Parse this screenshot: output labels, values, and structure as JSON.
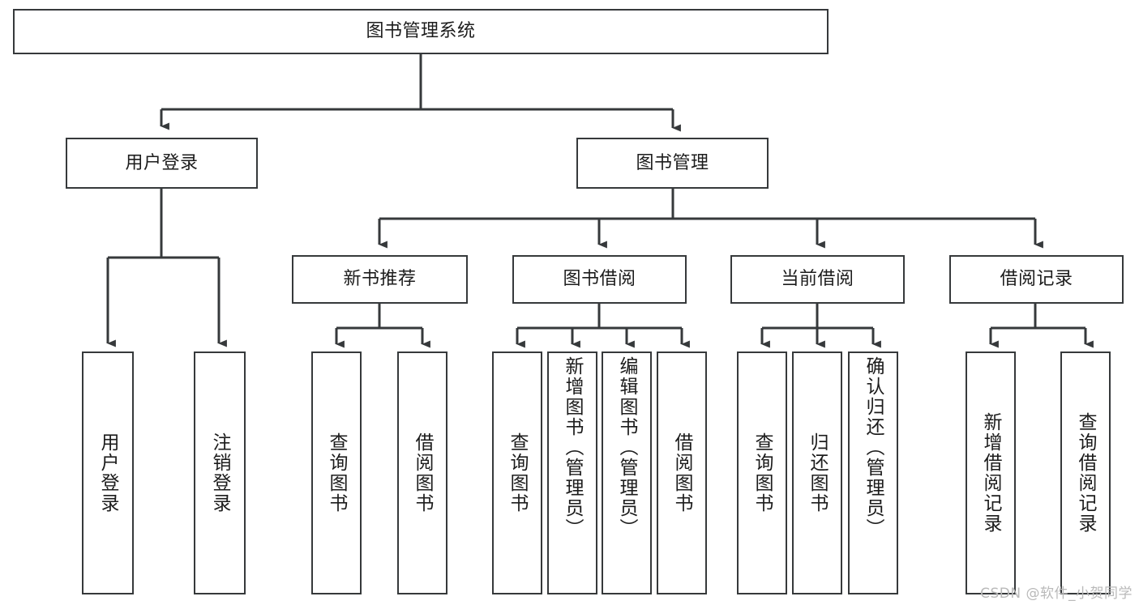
{
  "diagram": {
    "title": "图书管理系统",
    "watermark": "CSDN @软件_小贺同学",
    "stroke_color": "#36393b",
    "fill_color": "#ffffff",
    "text_color": "#1c1c1c"
  },
  "nodes": {
    "root": {
      "label": "图书管理系统"
    },
    "level1": [
      {
        "id": "user-login",
        "label": "用户登录"
      },
      {
        "id": "book-management",
        "label": "图书管理"
      }
    ],
    "level2": [
      {
        "id": "new-book-recommend",
        "label": "新书推荐"
      },
      {
        "id": "book-borrow",
        "label": "图书借阅"
      },
      {
        "id": "current-borrow",
        "label": "当前借阅"
      },
      {
        "id": "borrow-record",
        "label": "借阅记录"
      }
    ],
    "leaves": {
      "user_login": [
        {
          "id": "leaf-user-login",
          "label": "用户登录"
        },
        {
          "id": "leaf-logout",
          "label": "注销登录"
        }
      ],
      "new_book_recommend": [
        {
          "id": "leaf-query-book-1",
          "label": "查询图书"
        },
        {
          "id": "leaf-borrow-book-1",
          "label": "借阅图书"
        }
      ],
      "book_borrow": [
        {
          "id": "leaf-query-book-2",
          "label": "查询图书"
        },
        {
          "id": "leaf-add-book",
          "label": "新增图书（管理员）"
        },
        {
          "id": "leaf-edit-book",
          "label": "编辑图书（管理员）"
        },
        {
          "id": "leaf-borrow-book-2",
          "label": "借阅图书"
        }
      ],
      "current_borrow": [
        {
          "id": "leaf-query-book-3",
          "label": "查询图书"
        },
        {
          "id": "leaf-return-book",
          "label": "归还图书"
        },
        {
          "id": "leaf-confirm-return",
          "label": "确认归还（管理员）"
        }
      ],
      "borrow_record": [
        {
          "id": "leaf-add-record",
          "label": "新增借阅记录"
        },
        {
          "id": "leaf-query-record",
          "label": "查询借阅记录"
        }
      ]
    }
  }
}
